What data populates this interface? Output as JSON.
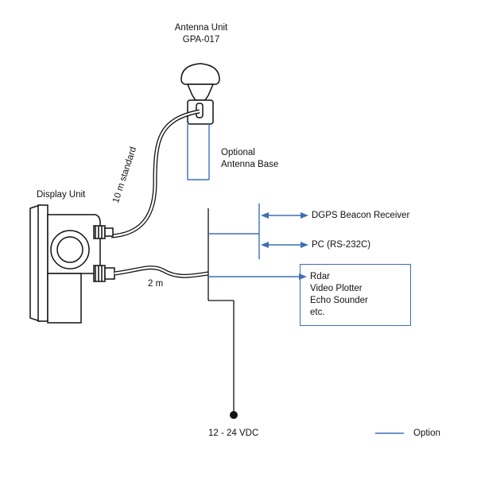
{
  "labels": {
    "antenna_unit_title": "Antenna Unit",
    "antenna_unit_model": "GPA-017",
    "optional_base_line1": "Optional",
    "optional_base_line2": "Antenna Base",
    "cable_10m": "10 m standard",
    "display_unit": "Display Unit",
    "cable_2m": "2 m",
    "dgps": "DGPS Beacon Receiver",
    "pc": "PC (RS-232C)",
    "power": "12 - 24 VDC",
    "legend_option": "Option"
  },
  "external_devices": [
    "Rdar",
    "Video Plotter",
    "Echo Sounder",
    "etc."
  ],
  "colors": {
    "option_line": "#3b6fb6",
    "standard_line": "#111111",
    "device_fill": "#ffffff"
  }
}
